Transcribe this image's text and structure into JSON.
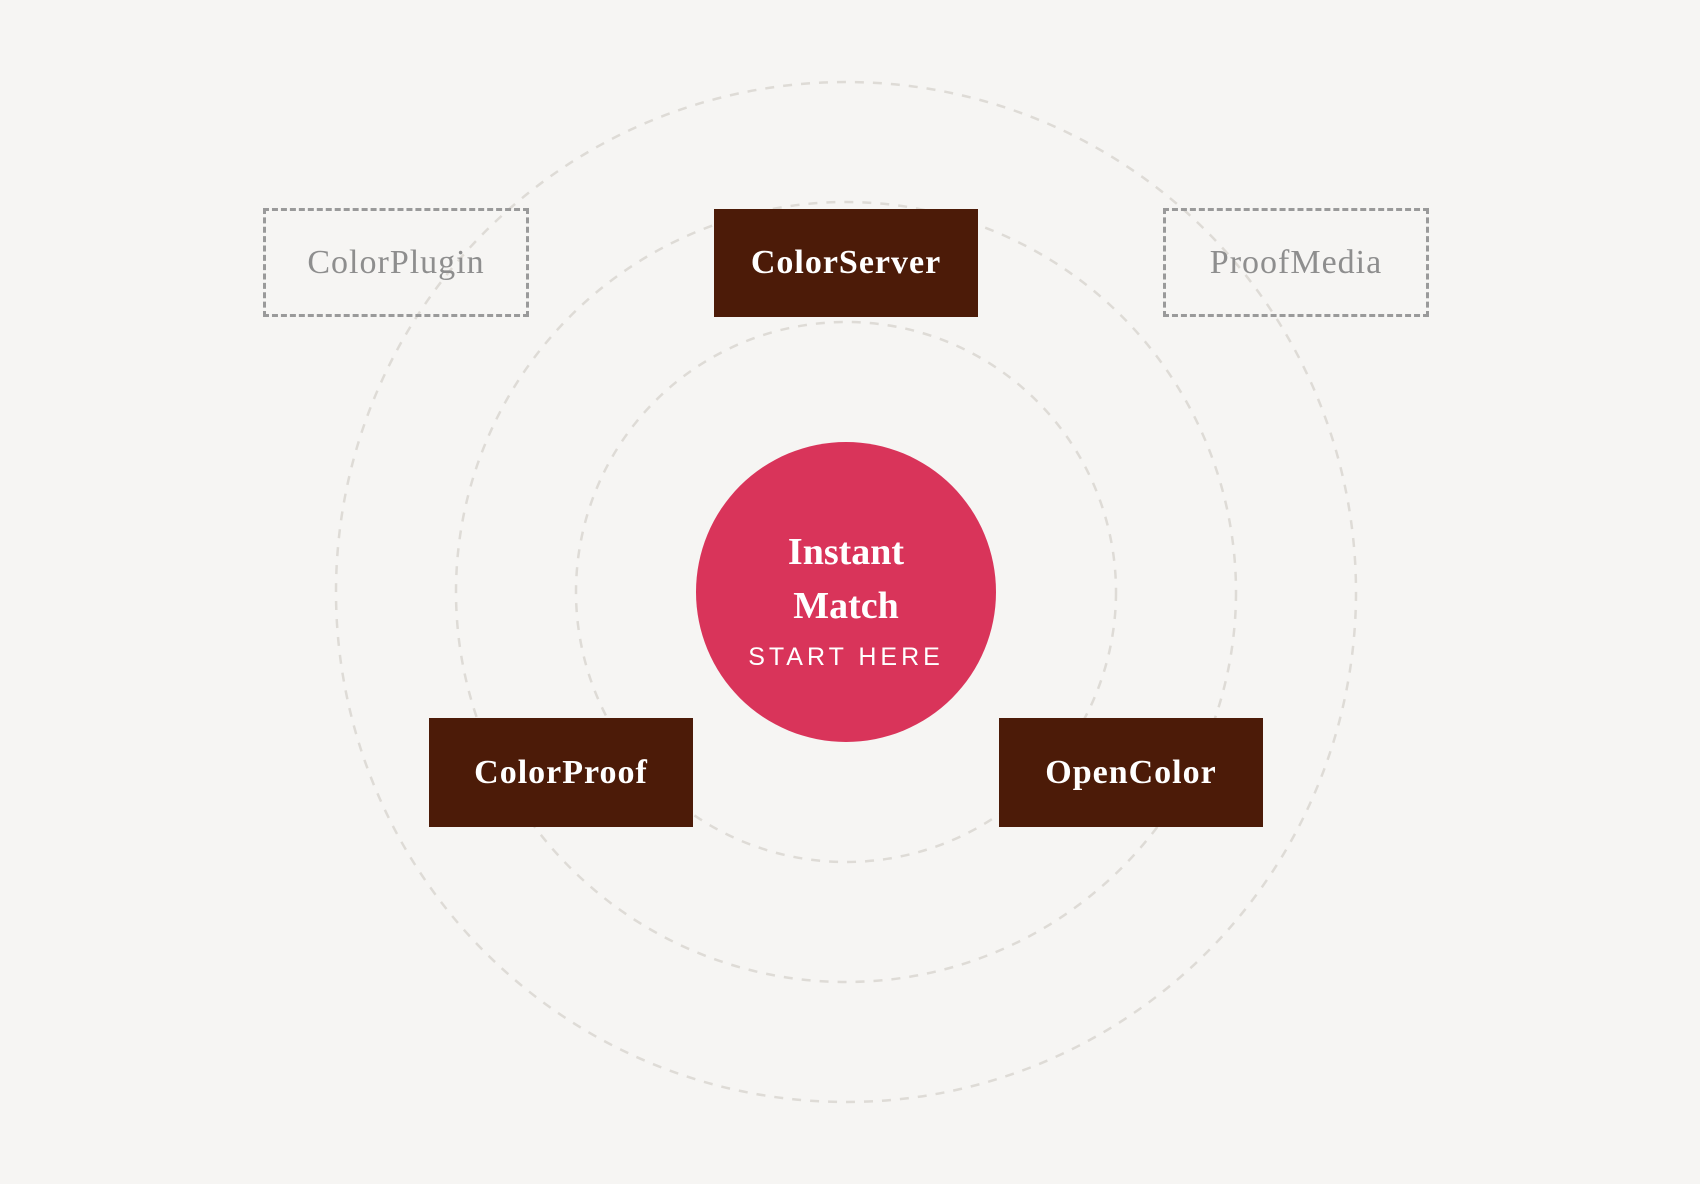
{
  "diagram": {
    "center": {
      "title_line1": "Instant",
      "title_line2": "Match",
      "subtitle": "START HERE",
      "color": "#d9345a"
    },
    "nodes": [
      {
        "label": "ColorServer",
        "style": "solid",
        "color": "#4c1b08"
      },
      {
        "label": "ColorProof",
        "style": "solid",
        "color": "#4c1b08"
      },
      {
        "label": "OpenColor",
        "style": "solid",
        "color": "#4c1b08"
      },
      {
        "label": "ColorPlugin",
        "style": "dashed",
        "color": "#9a9a9a"
      },
      {
        "label": "ProofMedia",
        "style": "dashed",
        "color": "#9a9a9a"
      }
    ],
    "rings": {
      "count": 3,
      "line_style": "dashed",
      "color": "#dedbd6"
    },
    "background": "#f6f5f3"
  }
}
